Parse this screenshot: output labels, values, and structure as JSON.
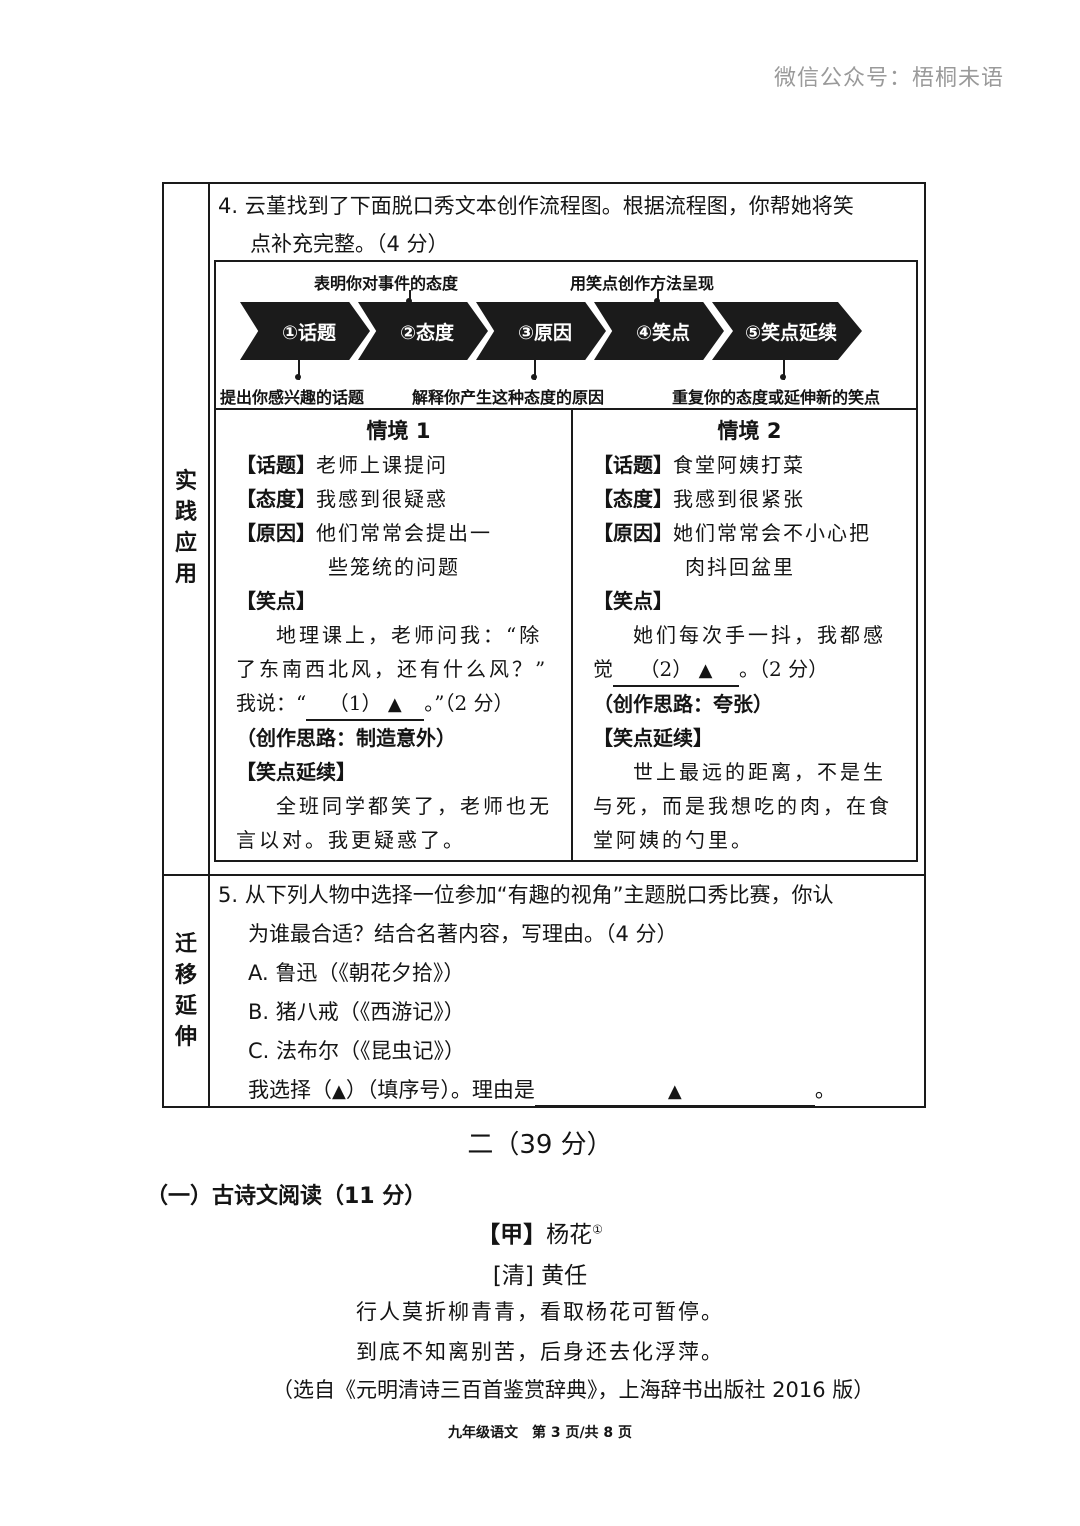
{
  "watermark": "微信公众号：梧桐未语",
  "section_labels": {
    "practice": [
      "实",
      "践",
      "应",
      "用"
    ],
    "transfer": [
      "迁",
      "移",
      "延",
      "伸"
    ]
  },
  "q4": {
    "line1": "4. 云堇找到了下面脱口秀文本创作流程图。根据流程图，你帮她将笑",
    "line2": "点补充完整。（4 分）"
  },
  "flowchart": {
    "steps": [
      "①话题",
      "②态度",
      "③原因",
      "④笑点",
      "⑤笑点延续"
    ],
    "top_labels": [
      "表明你对事件的态度",
      "用笑点创作方法呈现"
    ],
    "bottom_labels": [
      "提出你感兴趣的话题",
      "解释你产生这种态度的原因",
      "重复你的态度或延伸新的笑点"
    ]
  },
  "scenario1": {
    "title": "情境 1",
    "topic_key": "【话题】",
    "topic": "老师上课提问",
    "attitude_key": "【态度】",
    "attitude": "我感到很疑惑",
    "reason_key": "【原因】",
    "reason_1": "他们常常会提出一",
    "reason_2": "些笼统的问题",
    "joke_key": "【笑点】",
    "joke_line1": "地理课上，老师问我：“除",
    "joke_line2": "了东南西北风，还有什么风？”",
    "joke_line3_prefix": "我说：“",
    "blank_label": "（1）",
    "blank_marker": "▲",
    "joke_line3_suffix": "。”（2 分）",
    "idea": "（创作思路：制造意外）",
    "cont_key": "【笑点延续】",
    "cont_line1": "全班同学都笑了，老师也无",
    "cont_line2": "言以对。我更疑惑了。"
  },
  "scenario2": {
    "title": "情境 2",
    "topic_key": "【话题】",
    "topic": "食堂阿姨打菜",
    "attitude_key": "【态度】",
    "attitude": "我感到很紧张",
    "reason_key": "【原因】",
    "reason_1": "她们常常会不小心把",
    "reason_2": "肉抖回盆里",
    "joke_key": "【笑点】",
    "joke_line1": "她们每次手一抖，我都感",
    "joke_line2_prefix": "觉",
    "blank_label": "（2）",
    "blank_marker": "▲",
    "joke_line2_suffix": "。（2 分）",
    "idea": "（创作思路：夸张）",
    "cont_key": "【笑点延续】",
    "cont_line1": "世上最远的距离，不是生",
    "cont_line2": "与死，而是我想吃的肉，在食",
    "cont_line3": "堂阿姨的勺里。"
  },
  "q5": {
    "line1": "5. 从下列人物中选择一位参加“有趣的视角”主题脱口秀比赛，你认",
    "line2": "为谁最合适？结合名著内容，写理由。（4 分）",
    "options": [
      "A. 鲁迅（《朝花夕拾》）",
      "B. 猪八戒（《西游记》）",
      "C. 法布尔（《昆虫记》）"
    ],
    "answer_prefix": "我选择（",
    "answer_marker": "▲",
    "answer_mid": "）（填序号）。理由是",
    "reason_marker": "▲",
    "answer_end": "。"
  },
  "section2": {
    "title": "二（39 分）",
    "subtitle": "（一）古诗文阅读（11 分）",
    "poem_tag": "【甲】",
    "poem_name": "杨花",
    "poem_note": "①",
    "author": "[清] 黄任",
    "lines": [
      "行人莫折柳青青，看取杨花可暂停。",
      "到底不知离别苦，后身还去化浮萍。"
    ],
    "source": "（选自《元明清诗三百首鉴赏辞典》，上海辞书出版社 2016 版）"
  },
  "footer": "九年级语文　第 3 页/共 8 页"
}
